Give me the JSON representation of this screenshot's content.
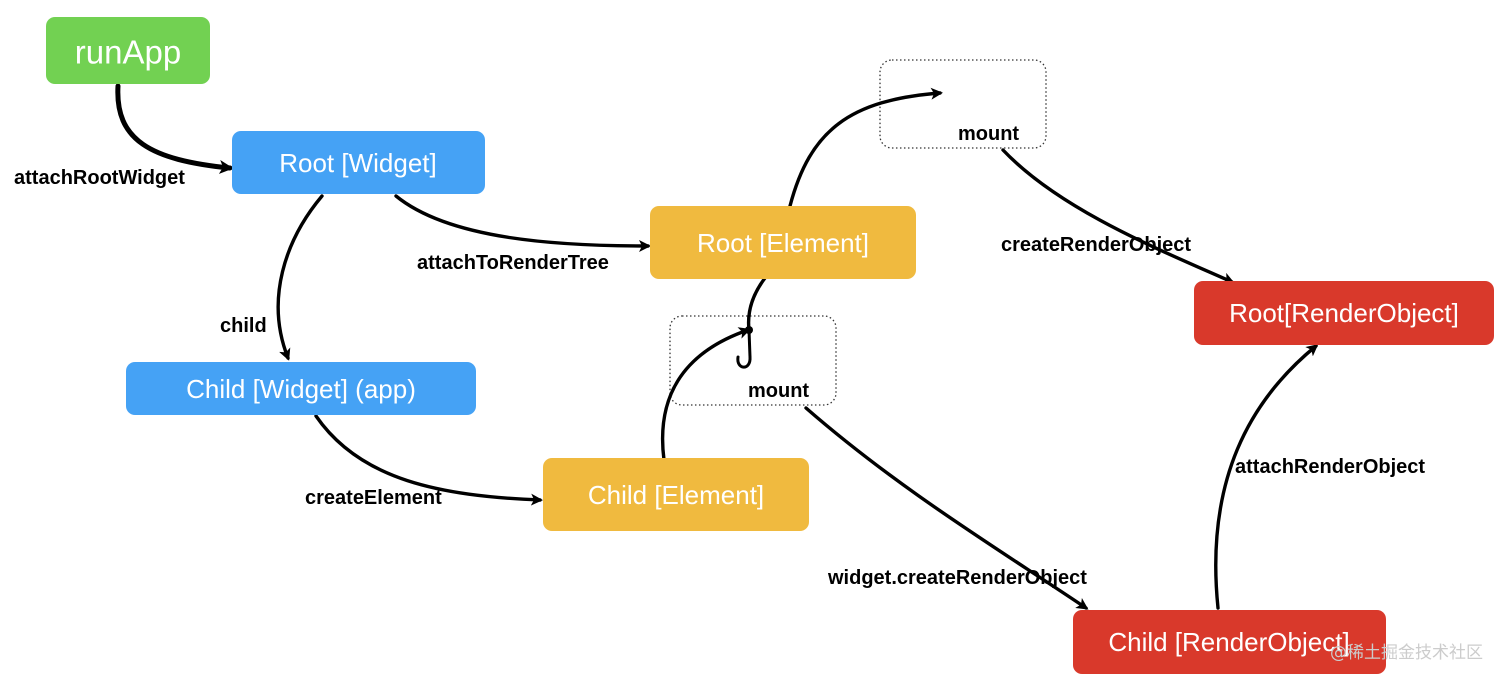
{
  "colors": {
    "run_app": "#72d152",
    "widget": "#45a2f5",
    "element": "#f0ba3f",
    "render_object": "#d9392b",
    "edge": "#000000"
  },
  "nodes": {
    "run_app": "runApp",
    "root_widget": "Root [Widget]",
    "child_widget": "Child [Widget] (app)",
    "root_element": "Root [Element]",
    "child_element": "Child [Element]",
    "root_render_object": "Root[RenderObject]",
    "child_render_object": "Child [RenderObject]"
  },
  "edges": {
    "attach_root_widget": "attachRootWidget",
    "child": "child",
    "attach_to_render_tree": "attachToRenderTree",
    "create_element": "createElement",
    "create_render_object": "createRenderObject",
    "widget_create_render_object": "widget.createRenderObject",
    "attach_render_object": "attachRenderObject"
  },
  "mount_points": {
    "root_mount": "mount",
    "child_mount": "mount"
  },
  "watermark": "@稀土掘金技术社区"
}
